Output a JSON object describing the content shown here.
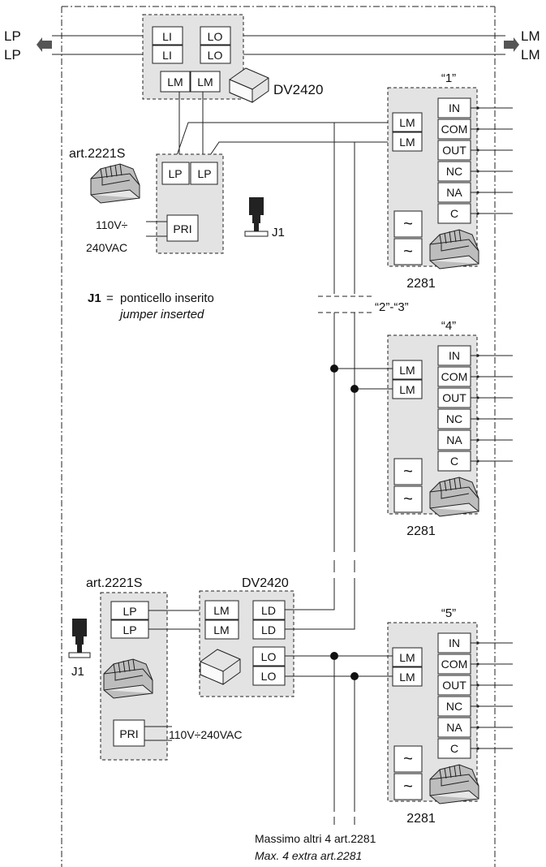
{
  "bus": {
    "left_in": "LP",
    "left_out": "LP",
    "right_in": "LM",
    "right_out": "LM"
  },
  "top_dv": {
    "name": "DV2420",
    "li": "LI",
    "lo": "LO",
    "lm": "LM"
  },
  "top_psu": {
    "name": "art.2221S",
    "lp": "LP",
    "pri": "PRI",
    "voltage_line1": "110V÷",
    "voltage_line2": "240VAC"
  },
  "jumper": {
    "name": "J1",
    "legend_key": "J1",
    "legend_eq": "=",
    "legend_it": "ponticello inserito",
    "legend_en": "jumper inserted"
  },
  "modules": [
    {
      "id": "“1”",
      "name": "2281"
    },
    {
      "id": "“4”",
      "name": "2281"
    },
    {
      "id": "“5”",
      "name": "2281"
    }
  ],
  "module_terminals": [
    "IN",
    "COM",
    "OUT",
    "NC",
    "NA",
    "C"
  ],
  "module_inputs": "LM",
  "ac_symbol": "~",
  "skipped_label": "“2”-“3”",
  "bottom_psu": {
    "name": "art.2221S",
    "lp": "LP",
    "pri": "PRI",
    "voltage": "110V÷240VAC",
    "jumper": "J1"
  },
  "bottom_dv": {
    "name": "DV2420",
    "lm": "LM",
    "ld": "LD",
    "lo": "LO"
  },
  "footer": {
    "it": "Massimo altri 4 art.2281",
    "en": "Max. 4 extra art.2281"
  }
}
